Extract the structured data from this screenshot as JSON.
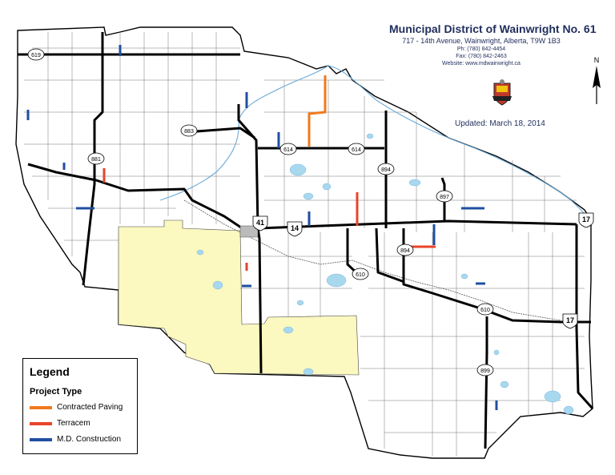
{
  "header": {
    "title": "Municipal District of Wainwright No. 61",
    "address": "717 - 14th Avenue, Wainwright, Alberta, T9W 1B3",
    "phone": "Ph: (780) 842-4454",
    "fax": "Fax: (780) 842-2463",
    "website": "Website: www.mdwainwright.ca",
    "updated": "Updated: March 18, 2014"
  },
  "north_label": "N",
  "legend": {
    "title": "Legend",
    "subtitle": "Project Type",
    "items": [
      {
        "label": "Contracted Paving",
        "color": "#f07a1e"
      },
      {
        "label": "Terracem",
        "color": "#e8442a"
      },
      {
        "label": "M.D. Construction",
        "color": "#1f4fa0"
      }
    ]
  },
  "highways": [
    "619",
    "881",
    "883",
    "614",
    "614",
    "894",
    "897",
    "41",
    "14",
    "894",
    "610",
    "610",
    "17",
    "17",
    "899"
  ],
  "colors": {
    "boundary": "#000000",
    "reserve_fill": "#fbf8c0",
    "water": "#a8d8ee",
    "river": "#6aaad8",
    "road": "#000000"
  }
}
